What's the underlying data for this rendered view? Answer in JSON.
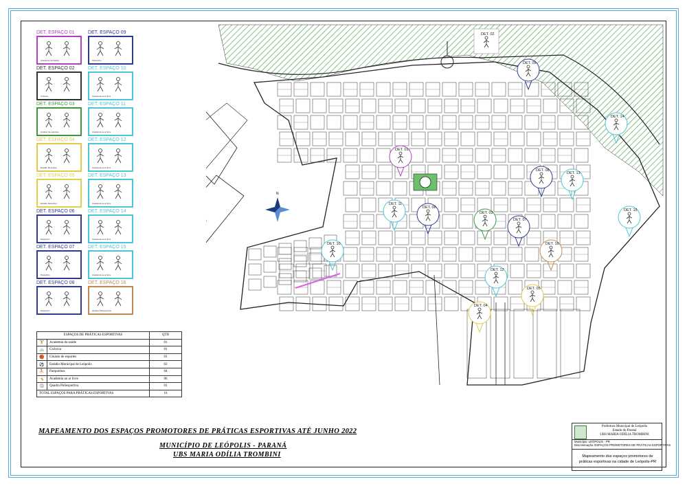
{
  "details": [
    {
      "id": "DET. ESPAÇO 01",
      "color": "#b040c0",
      "caption": "Academia da Saúde"
    },
    {
      "id": "DET. ESPAÇO 02",
      "color": "#333333",
      "caption": "Ciclovia"
    },
    {
      "id": "DET. ESPAÇO 03",
      "color": "#3a9a3a",
      "caption": "Ginásio de esportes"
    },
    {
      "id": "DET. ESPAÇO 04",
      "color": "#e0c84a",
      "caption": "Estádio Municipal"
    },
    {
      "id": "DET. ESPAÇO 05",
      "color": "#e0d04a",
      "caption": "Estádio Municipal"
    },
    {
      "id": "DET. ESPAÇO 06",
      "color": "#2e3a8c",
      "caption": "Parquinho"
    },
    {
      "id": "DET. ESPAÇO 07",
      "color": "#2e3a8c",
      "caption": "Parquinho"
    },
    {
      "id": "DET. ESPAÇO 08",
      "color": "#2e3a8c",
      "caption": "Parquinho"
    },
    {
      "id": "DET. ESPAÇO 09",
      "color": "#2e3a8c",
      "caption": "Parquinho"
    },
    {
      "id": "DET. ESPAÇO 10",
      "color": "#4cc4d8",
      "caption": "Academia ao ar livre"
    },
    {
      "id": "DET. ESPAÇO 11",
      "color": "#4cc4d8",
      "caption": "Academia ao ar livre"
    },
    {
      "id": "DET. ESPAÇO 12",
      "color": "#4cc4d8",
      "caption": "Academia ao ar livre"
    },
    {
      "id": "DET. ESPAÇO 13",
      "color": "#4cc4d8",
      "caption": "Academia ao ar livre"
    },
    {
      "id": "DET. ESPAÇO 14",
      "color": "#4cc4d8",
      "caption": "Academia ao ar livre"
    },
    {
      "id": "DET. ESPAÇO 15",
      "color": "#4cc4d8",
      "caption": "Academia ao ar livre"
    },
    {
      "id": "DET. ESPAÇO 16",
      "color": "#c08a50",
      "caption": "Quadra Poliesportiva"
    }
  ],
  "legend": {
    "header": "ESPAÇOS DE PRÁTICAS ESPORTIVAS",
    "qty_header": "QTD",
    "rows": [
      {
        "label": "Academia da saúde",
        "qty": "01",
        "icon": "🏋"
      },
      {
        "label": "Ciclovia",
        "qty": "01",
        "icon": "🚲"
      },
      {
        "label": "Ginásio de esportes",
        "qty": "01",
        "icon": "🏀"
      },
      {
        "label": "Estádio Municipal de Leópolis",
        "qty": "02",
        "icon": "⚽"
      },
      {
        "label": "Parquinhos",
        "qty": "04",
        "icon": "⛹"
      },
      {
        "label": "Academia ao ar livre",
        "qty": "06",
        "icon": "🤸"
      },
      {
        "label": "Quadra Poliesportiva",
        "qty": "01",
        "icon": "🏐"
      }
    ],
    "total_label": "TOTAL ESPAÇOS PARA PRÁTICAS ESPORTIVAS",
    "total_qty": "16"
  },
  "markers": [
    {
      "label": "DET. 01",
      "color": "#b040c0"
    },
    {
      "label": "DET. 02",
      "color": "#333333"
    },
    {
      "label": "DET. 03",
      "color": "#3a9a3a"
    },
    {
      "label": "DET. 04",
      "color": "#e0c84a"
    },
    {
      "label": "DET. 05",
      "color": "#e0c84a"
    },
    {
      "label": "DET. 06",
      "color": "#2e3a8c"
    },
    {
      "label": "DET. 07",
      "color": "#2e3a8c"
    },
    {
      "label": "DET. 08",
      "color": "#2e3a8c"
    },
    {
      "label": "DET. 09",
      "color": "#2e3a8c"
    },
    {
      "label": "DET. 10",
      "color": "#4cc4d8"
    },
    {
      "label": "DET. 11",
      "color": "#4cc4d8"
    },
    {
      "label": "DET. 12",
      "color": "#4cc4d8"
    },
    {
      "label": "DET. 13",
      "color": "#4cc4d8"
    },
    {
      "label": "DET. 14",
      "color": "#4cc4d8"
    },
    {
      "label": "DET. 15",
      "color": "#4cc4d8"
    },
    {
      "label": "DET. 16",
      "color": "#c08a50"
    }
  ],
  "compass_label": "N",
  "title_main": "MAPEAMENTO DOS ESPAÇOS PROMOTORES DE PRÁTICAS ESPORTIVAS ATÉ JUNHO 2022",
  "title_line2": "MUNICÍPIO DE LEÓPOLIS - PARANÁ",
  "title_line3": "UBS MARIA ODÍLIA TROMBINI",
  "infobox": {
    "org1": "Prefeitura Municipal de Leópolis",
    "org2": "Estado do Paraná",
    "org3": "UBS MARIA ODÍLIA TROMBINI",
    "field1_label": "Município:",
    "field1_value": "LEÓPOLIS - PR",
    "field2_label": "Discriminação:",
    "field2_value": "ESPAÇOS PROMOTORES DE PRÁTICAS ESPORTIVAS",
    "description": "Mapeamento dos espaços promotores de práticas esportivas na cidade de Leópolis-PR"
  },
  "colors": {
    "frame": "#5aa8d8",
    "green_area": "#3a9a3a",
    "plaza": "#6cc06c",
    "pink_path": "#e060e0"
  }
}
